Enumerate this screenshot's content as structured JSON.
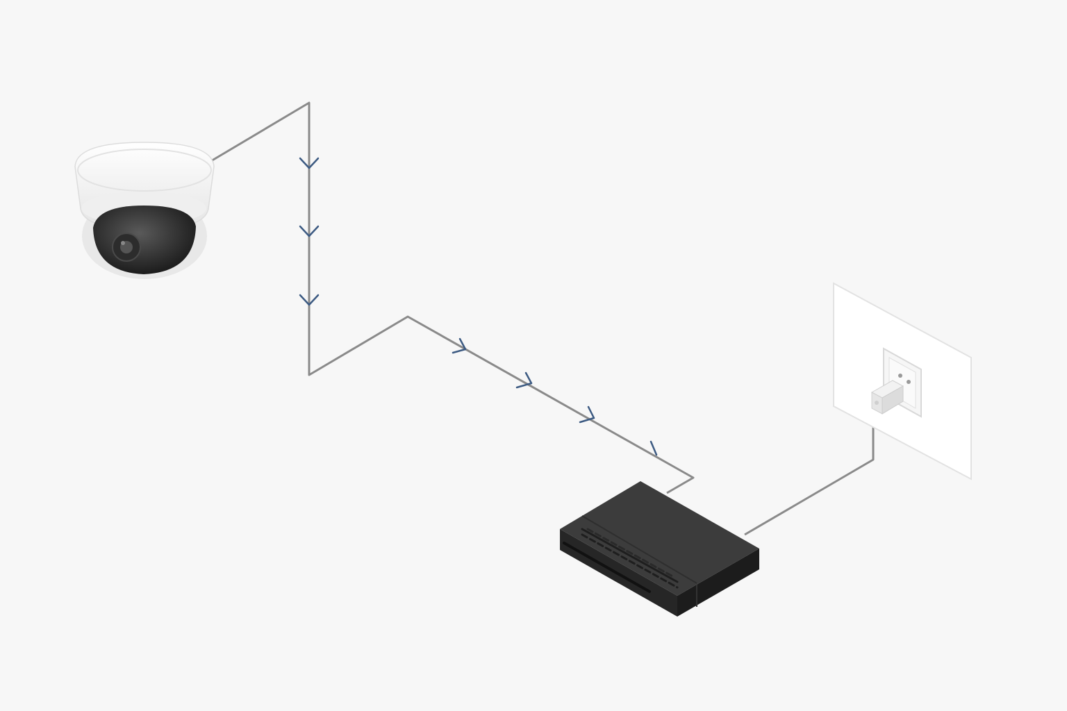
{
  "diagram": {
    "nodes": [
      {
        "id": "camera",
        "icon": "dome-camera-icon"
      },
      {
        "id": "recorder",
        "icon": "network-video-recorder-icon"
      },
      {
        "id": "outlet",
        "icon": "wall-outlet-icon"
      }
    ],
    "edges": [
      {
        "from": "camera",
        "to": "recorder",
        "directed": true
      },
      {
        "from": "recorder",
        "to": "outlet",
        "directed": false
      }
    ]
  },
  "colors": {
    "background": "#f7f7f7",
    "cable": "#8a8a8a",
    "arrow": "#3c5a82",
    "recorder_top": "#3a3a3a",
    "recorder_side": "#222222"
  }
}
